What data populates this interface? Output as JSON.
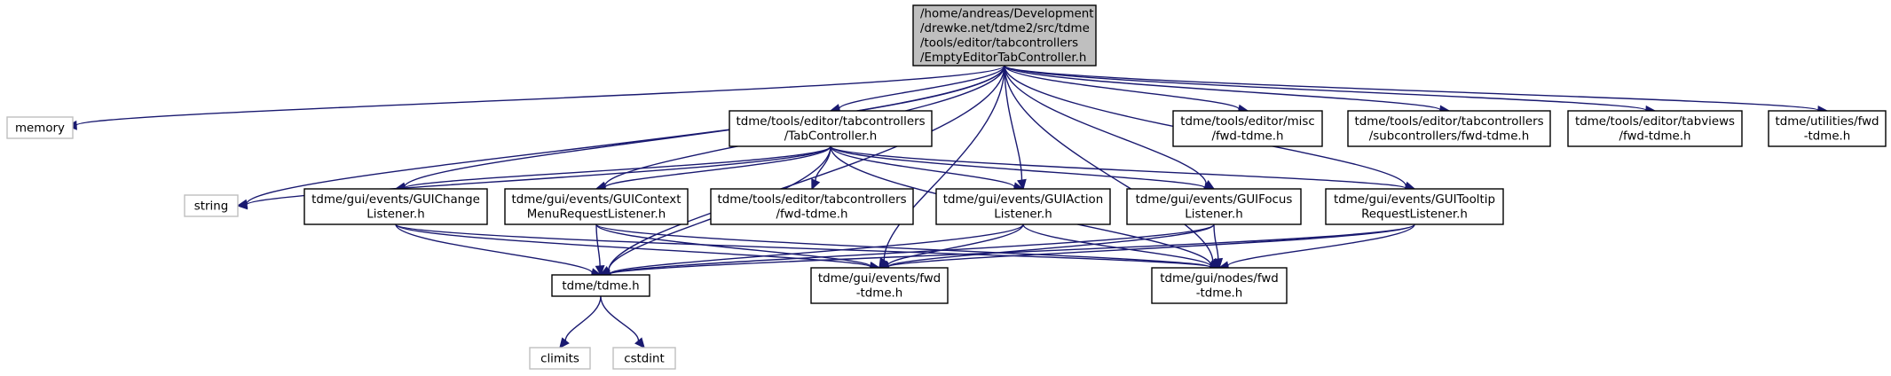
{
  "colors": {
    "edge": "#191970",
    "root_fill": "#bfbfbf",
    "header_border": "#000000",
    "system_border": "#bfbfbf",
    "node_fill": "#ffffff"
  },
  "nodes": [
    {
      "id": "root",
      "kind": "root",
      "lines": [
        "/home/andreas/Development",
        "/drewke.net/tdme2/src/tdme",
        "/tools/editor/tabcontrollers",
        "/EmptyEditorTabController.h"
      ]
    },
    {
      "id": "memory",
      "kind": "system",
      "lines": [
        "memory"
      ]
    },
    {
      "id": "string",
      "kind": "system",
      "lines": [
        "string"
      ]
    },
    {
      "id": "climits",
      "kind": "system",
      "lines": [
        "climits"
      ]
    },
    {
      "id": "cstdint",
      "kind": "system",
      "lines": [
        "cstdint"
      ]
    },
    {
      "id": "tabcontroller",
      "kind": "header",
      "lines": [
        "tdme/tools/editor/tabcontrollers",
        "/TabController.h"
      ]
    },
    {
      "id": "misc_fwd",
      "kind": "header",
      "lines": [
        "tdme/tools/editor/misc",
        "/fwd-tdme.h"
      ]
    },
    {
      "id": "sub_fwd",
      "kind": "header",
      "lines": [
        "tdme/tools/editor/tabcontrollers",
        "/subcontrollers/fwd-tdme.h"
      ]
    },
    {
      "id": "tabviews_fwd",
      "kind": "header",
      "lines": [
        "tdme/tools/editor/tabviews",
        "/fwd-tdme.h"
      ]
    },
    {
      "id": "util_fwd",
      "kind": "header",
      "lines": [
        "tdme/utilities/fwd",
        "-tdme.h"
      ]
    },
    {
      "id": "guichange",
      "kind": "header",
      "lines": [
        "tdme/gui/events/GUIChange",
        "Listener.h"
      ]
    },
    {
      "id": "guicontext",
      "kind": "header",
      "lines": [
        "tdme/gui/events/GUIContext",
        "MenuRequestListener.h"
      ]
    },
    {
      "id": "tc_fwd",
      "kind": "header",
      "lines": [
        "tdme/tools/editor/tabcontrollers",
        "/fwd-tdme.h"
      ]
    },
    {
      "id": "guiaction",
      "kind": "header",
      "lines": [
        "tdme/gui/events/GUIAction",
        "Listener.h"
      ]
    },
    {
      "id": "guifocus",
      "kind": "header",
      "lines": [
        "tdme/gui/events/GUIFocus",
        "Listener.h"
      ]
    },
    {
      "id": "guitooltip",
      "kind": "header",
      "lines": [
        "tdme/gui/events/GUITooltip",
        "RequestListener.h"
      ]
    },
    {
      "id": "tdme",
      "kind": "header",
      "lines": [
        "tdme/tdme.h"
      ]
    },
    {
      "id": "events_fwd",
      "kind": "header",
      "lines": [
        "tdme/gui/events/fwd",
        "-tdme.h"
      ]
    },
    {
      "id": "nodes_fwd",
      "kind": "header",
      "lines": [
        "tdme/gui/nodes/fwd",
        "-tdme.h"
      ]
    }
  ],
  "edges": [
    [
      "root",
      "memory"
    ],
    [
      "root",
      "tdme"
    ],
    [
      "root",
      "string"
    ],
    [
      "root",
      "tabcontroller"
    ],
    [
      "root",
      "misc_fwd"
    ],
    [
      "root",
      "sub_fwd"
    ],
    [
      "root",
      "tabviews_fwd"
    ],
    [
      "root",
      "util_fwd"
    ],
    [
      "root",
      "guichange"
    ],
    [
      "root",
      "guicontext"
    ],
    [
      "root",
      "guiaction"
    ],
    [
      "root",
      "guifocus"
    ],
    [
      "root",
      "guitooltip"
    ],
    [
      "root",
      "events_fwd"
    ],
    [
      "root",
      "nodes_fwd"
    ],
    [
      "tabcontroller",
      "string"
    ],
    [
      "tabcontroller",
      "tdme"
    ],
    [
      "tabcontroller",
      "guichange"
    ],
    [
      "tabcontroller",
      "guicontext"
    ],
    [
      "tabcontroller",
      "tc_fwd"
    ],
    [
      "tabcontroller",
      "guiaction"
    ],
    [
      "tabcontroller",
      "guifocus"
    ],
    [
      "tabcontroller",
      "guitooltip"
    ],
    [
      "tabcontroller",
      "nodes_fwd"
    ],
    [
      "guichange",
      "tdme"
    ],
    [
      "guichange",
      "events_fwd"
    ],
    [
      "guichange",
      "nodes_fwd"
    ],
    [
      "guicontext",
      "tdme"
    ],
    [
      "guicontext",
      "events_fwd"
    ],
    [
      "guicontext",
      "nodes_fwd"
    ],
    [
      "guiaction",
      "tdme"
    ],
    [
      "guiaction",
      "events_fwd"
    ],
    [
      "guiaction",
      "nodes_fwd"
    ],
    [
      "guifocus",
      "tdme"
    ],
    [
      "guifocus",
      "events_fwd"
    ],
    [
      "guifocus",
      "nodes_fwd"
    ],
    [
      "guitooltip",
      "tdme"
    ],
    [
      "guitooltip",
      "events_fwd"
    ],
    [
      "guitooltip",
      "nodes_fwd"
    ],
    [
      "tdme",
      "climits"
    ],
    [
      "tdme",
      "cstdint"
    ]
  ]
}
